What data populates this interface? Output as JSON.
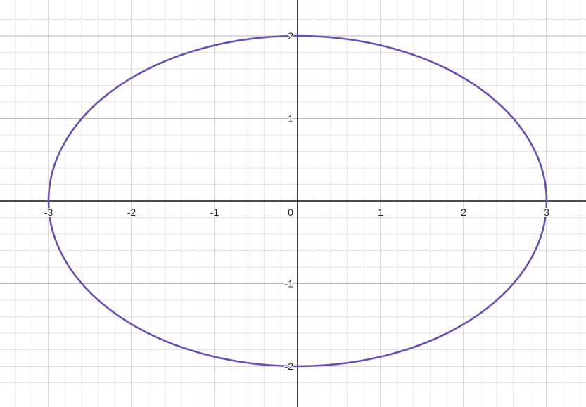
{
  "chart_data": {
    "type": "line",
    "title": "",
    "xlabel": "",
    "ylabel": "",
    "xlim": [
      -3.55,
      3.55
    ],
    "ylim": [
      -2.4,
      2.4
    ],
    "grid": true,
    "major_step": 1,
    "minor_step": 0.2,
    "x_ticks": [
      {
        "value": -3,
        "label": "-3"
      },
      {
        "value": -2,
        "label": "-2"
      },
      {
        "value": -1,
        "label": "-1"
      },
      {
        "value": 0,
        "label": "0"
      },
      {
        "value": 1,
        "label": "1"
      },
      {
        "value": 2,
        "label": "2"
      },
      {
        "value": 3,
        "label": "3"
      }
    ],
    "y_ticks": [
      {
        "value": 2,
        "label": "2"
      },
      {
        "value": 1,
        "label": "1"
      },
      {
        "value": -1,
        "label": "-1"
      },
      {
        "value": -2,
        "label": "-2"
      }
    ],
    "series": [
      {
        "shape": "ellipse",
        "center": [
          0,
          0
        ],
        "semi_axis_x": 3,
        "semi_axis_y": 2,
        "color": "#6a4fb3"
      }
    ],
    "colors": {
      "curve": "#6a4fb3",
      "axis": "#111111",
      "grid_major": "#b9b9b9",
      "grid_minor": "#e3e3e3"
    }
  }
}
